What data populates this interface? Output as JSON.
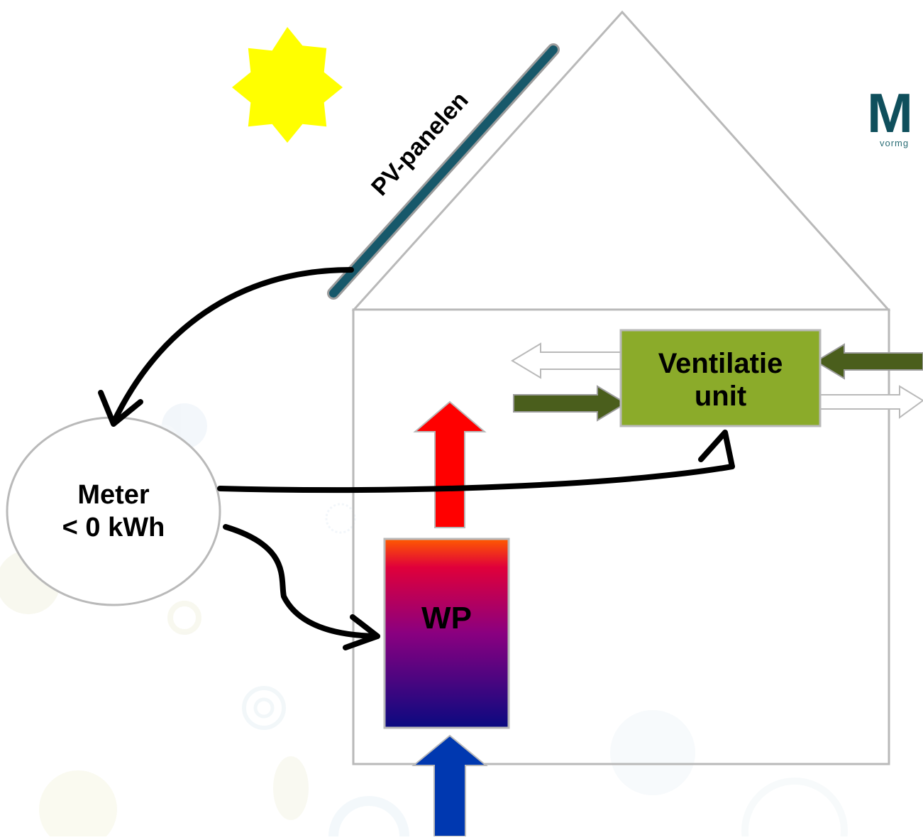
{
  "labels": {
    "pv_panels": "PV-panelen",
    "ventilation_line1": "Ventilatie",
    "ventilation_line2": "unit",
    "meter_line1": "Meter",
    "meter_line2": "< 0 kWh",
    "heat_pump": "WP"
  },
  "logo": {
    "letter": "M",
    "tagline": "vormg"
  },
  "colors": {
    "sun": "#ffff00",
    "pv_panel": "#17586a",
    "house_outline": "#b9b9b9",
    "ventilation_box": "#8bab2a",
    "air_arrow_dark": "#4a5e1c",
    "hot_arrow": "#ff0000",
    "cold_arrow": "#0038b0",
    "heat_pump_top": "#ff5a00",
    "heat_pump_mid": "#cc0066",
    "heat_pump_bottom": "#0a0a80",
    "energy_arrow": "#000000",
    "logo": "#0f4f5c"
  }
}
